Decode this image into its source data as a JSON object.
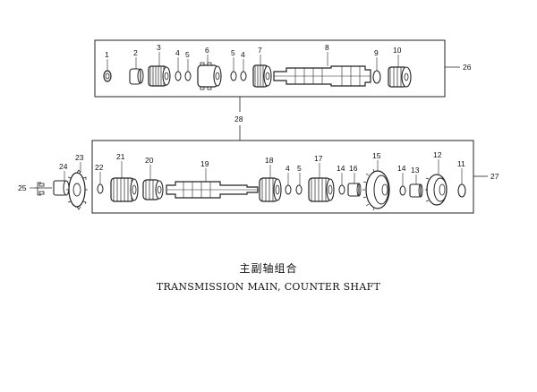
{
  "title_cn": "主副轴组合",
  "title_en": "TRANSMISSION MAIN, COUNTER SHAFT",
  "callouts": {
    "c1": "1",
    "c2": "2",
    "c3": "3",
    "c4": "4",
    "c5": "5",
    "c6": "6",
    "c7": "7",
    "c8": "8",
    "c9": "9",
    "c10": "10",
    "c11": "11",
    "c12": "12",
    "c13": "13",
    "c14": "14",
    "c15": "15",
    "c16": "16",
    "c17": "17",
    "c18": "18",
    "c19": "19",
    "c20": "20",
    "c21": "21",
    "c22": "22",
    "c23": "23",
    "c24": "24",
    "c25": "25",
    "c26": "26",
    "c27": "27",
    "c28": "28"
  }
}
